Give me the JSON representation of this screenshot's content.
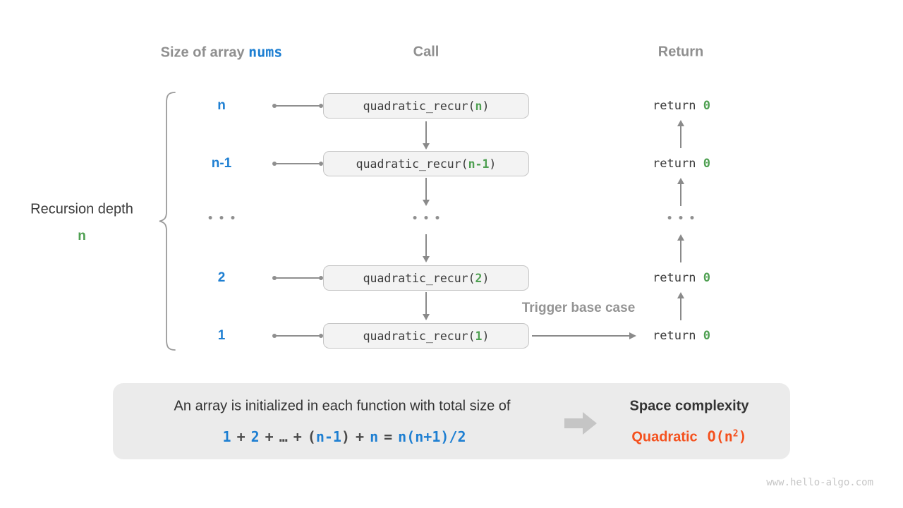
{
  "colors": {
    "blue": "#1e7fd2",
    "green": "#4fa052",
    "orange": "#f4511e",
    "gray": "#8f8f8f"
  },
  "headers": {
    "size_label": "Size of array ",
    "size_code": "nums",
    "call": "Call",
    "return": "Return"
  },
  "left": {
    "label": "Recursion depth",
    "depth": "n"
  },
  "ellipsis": "•••",
  "call_prefix": "quadratic_recur(",
  "call_suffix": ")",
  "return_keyword": "return ",
  "return_value": "0",
  "rows": [
    {
      "size": "n",
      "arg": "n"
    },
    {
      "size": "n-1",
      "arg": "n-1"
    },
    {
      "size": "2",
      "arg": "2"
    },
    {
      "size": "1",
      "arg": "1"
    }
  ],
  "trigger_label": "Trigger base case",
  "panel": {
    "line1": "An array is initialized in each function with total size of",
    "formula": {
      "t1": "1",
      "op1": "+",
      "t2": "2",
      "op2": "+",
      "dots": "…",
      "op3": "+",
      "lp": "(",
      "v1": "n-1",
      "rp": ")",
      "op4": "+",
      "v2": "n",
      "eq": "=",
      "result": "n(n+1)/2"
    },
    "space_title": "Space complexity",
    "complexity_word": "Quadratic",
    "complexity_o_prefix": "O(n",
    "complexity_sup": "2",
    "complexity_suffix": ")"
  },
  "watermark": "www.hello-algo.com"
}
